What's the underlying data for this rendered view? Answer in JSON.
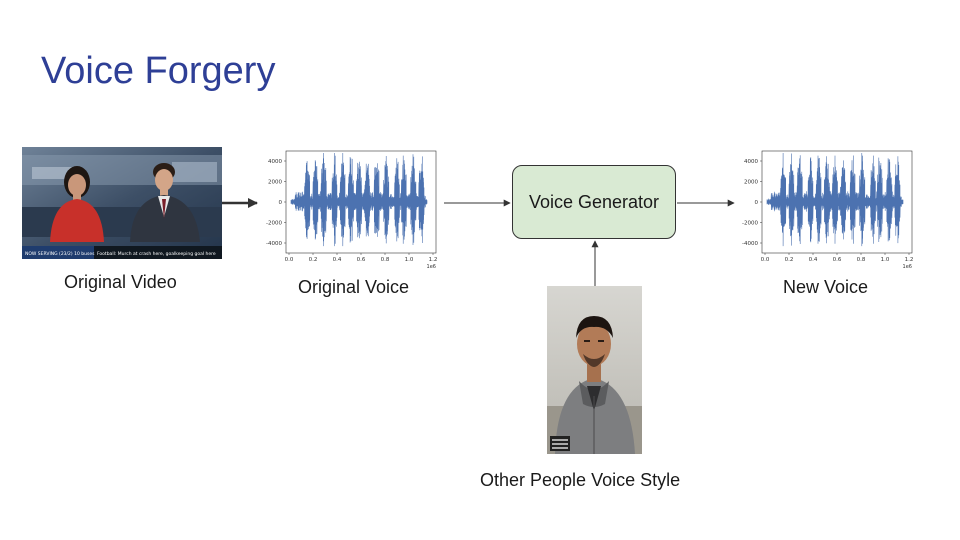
{
  "title": "Voice Forgery",
  "captions": {
    "original_video": "Original Video",
    "original_voice": "Original Voice",
    "new_voice": "New Voice",
    "style": "Other People Voice Style"
  },
  "generator_label": "Voice Generator",
  "news_ticker": {
    "left": "NOW SERVING (23/2) 10 buses",
    "right": "Football: Murch at crash here, goalkeeping goal here"
  },
  "waveform_axes": {
    "yticks": [
      "4000",
      "2000",
      "0",
      "-2000",
      "-4000"
    ],
    "xticks": [
      "0.0",
      "0.2",
      "0.4",
      "0.6",
      "0.8",
      "1.0",
      "1.2"
    ],
    "multiplier": "1e6"
  },
  "colors": {
    "title": "#2e3f96",
    "generator_fill": "#d9ead3",
    "waveform": "#4c72b0"
  }
}
